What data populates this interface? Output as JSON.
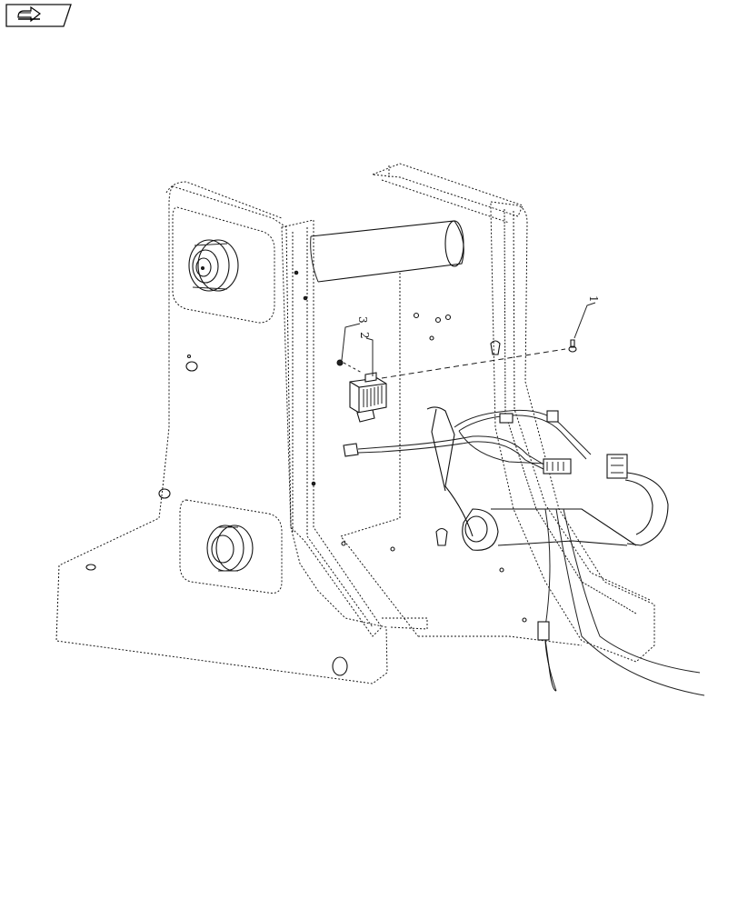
{
  "nav_icon": {
    "name": "arrow-right-icon",
    "stroke": "#000000"
  },
  "callouts": [
    {
      "id": "callout-1",
      "text": "1"
    },
    {
      "id": "callout-2",
      "text": "2"
    },
    {
      "id": "callout-3",
      "text": "3"
    }
  ],
  "colors": {
    "line": "#1a1a1a",
    "background": "#ffffff"
  }
}
